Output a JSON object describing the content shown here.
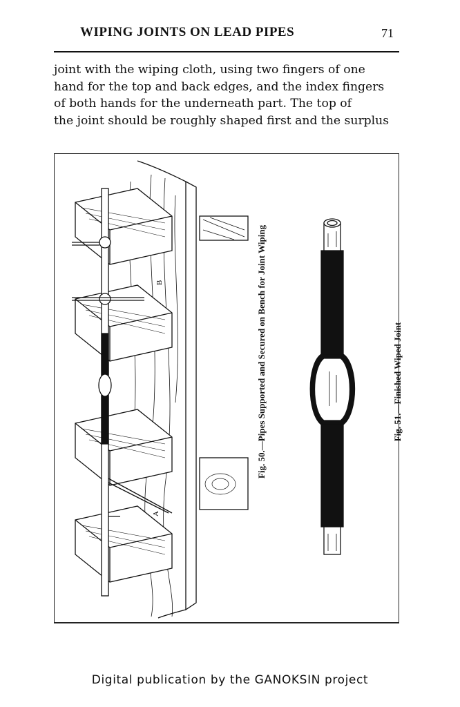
{
  "header": {
    "title": "WIPING JOINTS ON LEAD PIPES",
    "page_number": "71"
  },
  "body": {
    "lines": [
      "joint with the wiping cloth, using two fingers of one",
      "hand for the top and back edges, and the index fingers",
      "of both hands for the underneath part.  The top of",
      "the joint should be roughly shaped first and the surplus"
    ]
  },
  "figure": {
    "fig50_caption": "Fig. 50.—Pipes Supported and Secured on Bench for Joint Wiping",
    "fig51_caption": "Fig. 51.—Finished Wiped Joint",
    "label_a": "A",
    "label_b": "B"
  },
  "footer": {
    "text": "Digital publication by the GANOKSIN project"
  }
}
